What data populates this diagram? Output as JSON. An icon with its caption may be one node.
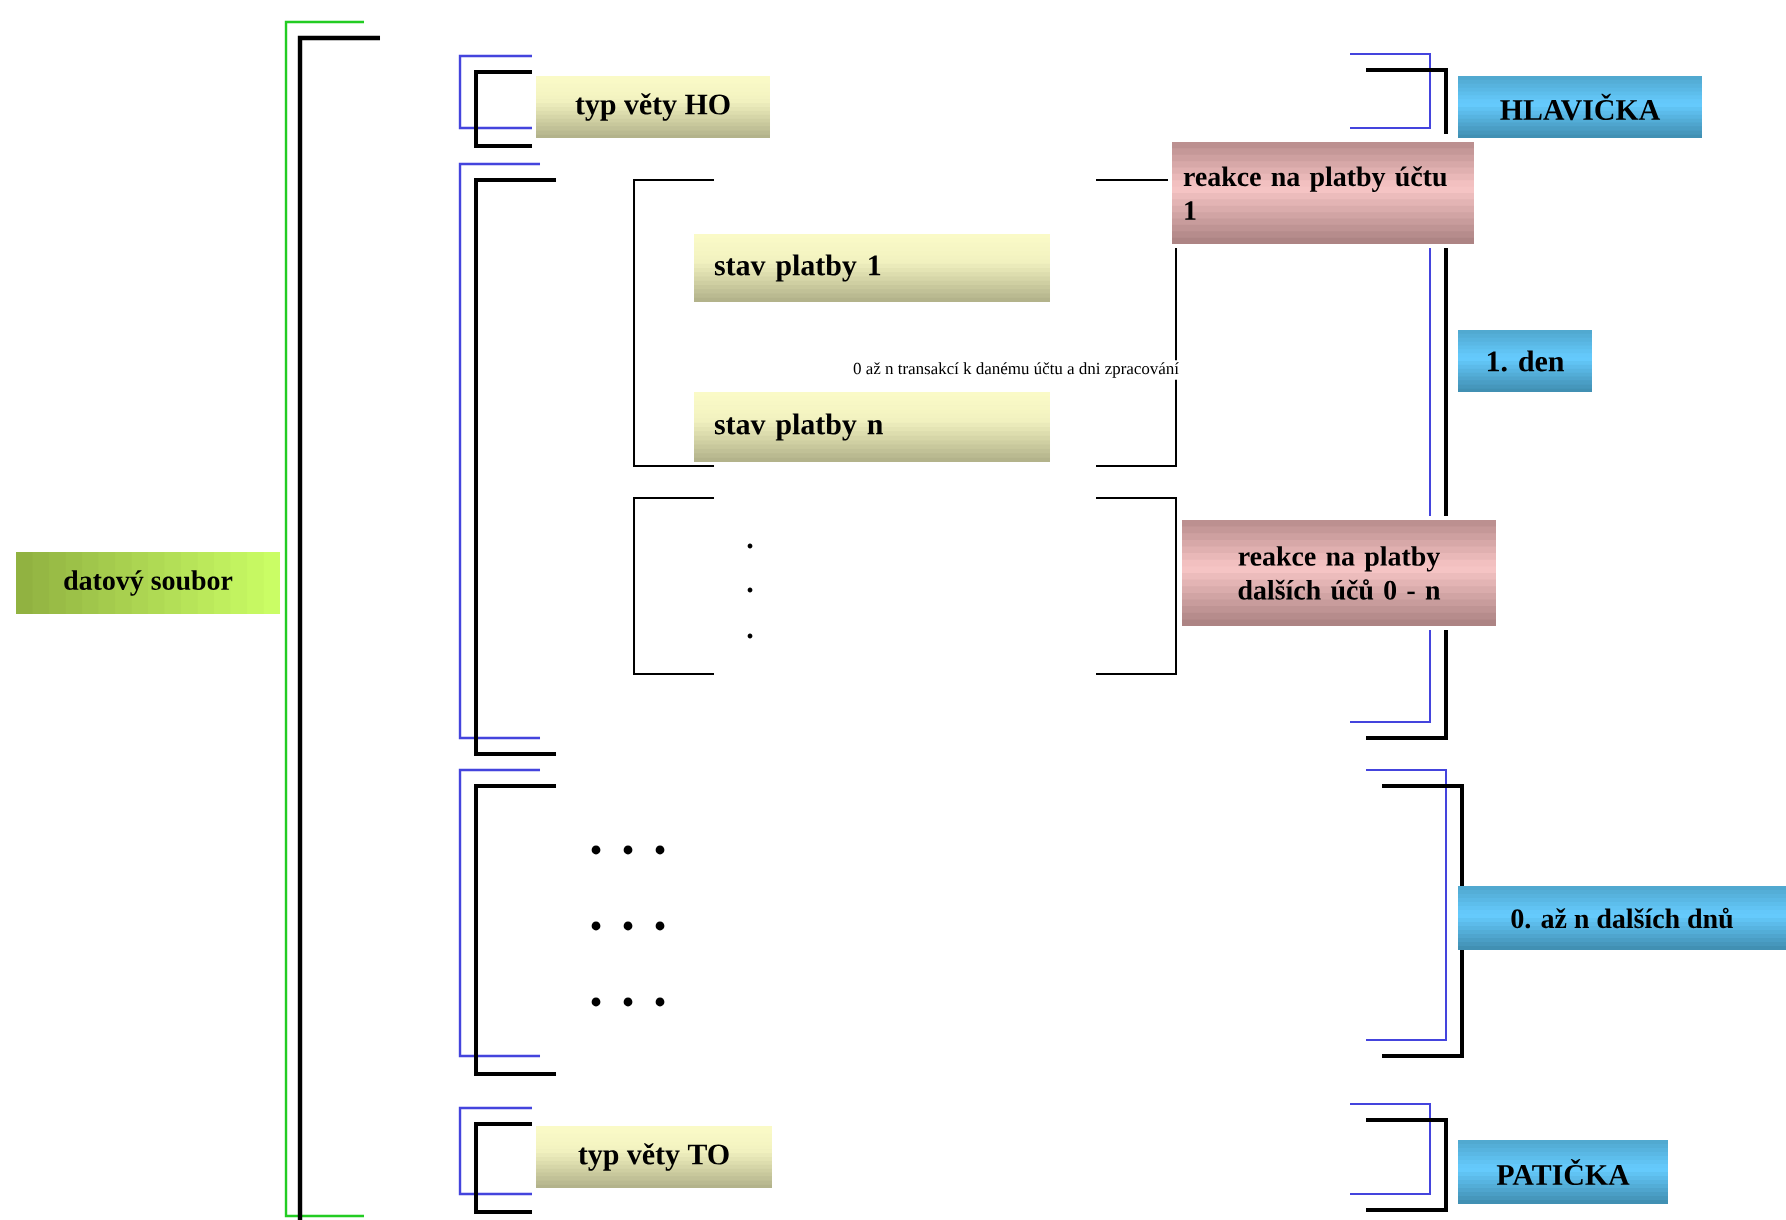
{
  "diagram": {
    "nodes": [
      {
        "text": [
          "datový soubor"
        ]
      },
      {
        "text": [
          "typ věty HO"
        ]
      },
      {
        "text": [
          "stav platby 1"
        ]
      },
      {
        "text": [
          "stav platby n"
        ]
      },
      {
        "text": [
          "reakce na platby účtu 1"
        ]
      },
      {
        "text": [
          "reakce na platby dalších účů  0 - n"
        ]
      },
      {
        "text": [
          "HLAVIČKA"
        ]
      },
      {
        "text": [
          "1. den"
        ]
      },
      {
        "text": [
          "0. až n dalších dnů"
        ]
      },
      {
        "text": [
          "PATIČKA"
        ]
      },
      {
        "text": [
          "typ věty TO"
        ]
      }
    ],
    "labels": [
      "0 až n transakcí  k danému účtu a dni zpracování"
    ]
  }
}
